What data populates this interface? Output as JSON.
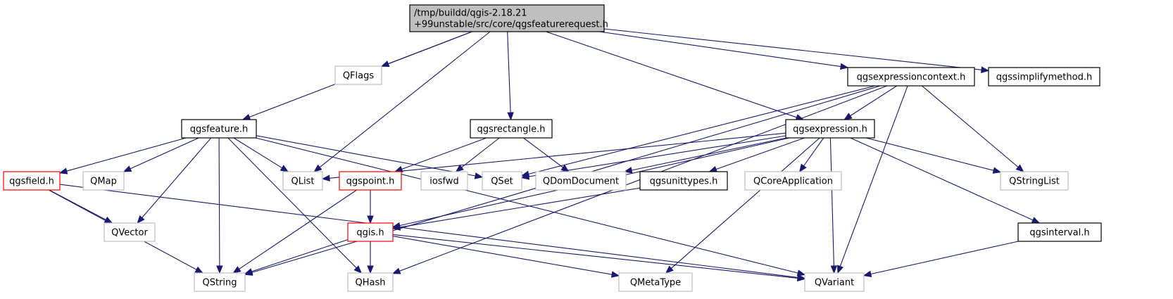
{
  "colors": {
    "edge": "#191970",
    "root_fill": "#bfbfbf",
    "border_documented": "#000000",
    "border_incomplete": "#ff0000",
    "border_external": "#bfbfbf",
    "node_fill": "#ffffff"
  },
  "nodes": [
    {
      "id": "root",
      "label_lines": [
        "/tmp/buildd/qgis-2.18.21",
        "+99unstable/src/core/qgsfeaturerequest.h"
      ],
      "kind": "root"
    },
    {
      "id": "qflags",
      "label_lines": [
        "QFlags"
      ],
      "kind": "external"
    },
    {
      "id": "qgsexpressioncontext",
      "label_lines": [
        "qgsexpressioncontext.h"
      ],
      "kind": "documented"
    },
    {
      "id": "qgssimplifymethod",
      "label_lines": [
        "qgssimplifymethod.h"
      ],
      "kind": "documented"
    },
    {
      "id": "qgsfeature",
      "label_lines": [
        "qgsfeature.h"
      ],
      "kind": "documented"
    },
    {
      "id": "qgsrectangle",
      "label_lines": [
        "qgsrectangle.h"
      ],
      "kind": "documented"
    },
    {
      "id": "qgsexpression",
      "label_lines": [
        "qgsexpression.h"
      ],
      "kind": "documented"
    },
    {
      "id": "qgsfield",
      "label_lines": [
        "qgsfield.h"
      ],
      "kind": "incomplete"
    },
    {
      "id": "qmap",
      "label_lines": [
        "QMap"
      ],
      "kind": "external"
    },
    {
      "id": "qlist",
      "label_lines": [
        "QList"
      ],
      "kind": "external"
    },
    {
      "id": "qgspoint",
      "label_lines": [
        "qgspoint.h"
      ],
      "kind": "incomplete"
    },
    {
      "id": "iosfwd",
      "label_lines": [
        "iosfwd"
      ],
      "kind": "external"
    },
    {
      "id": "qset",
      "label_lines": [
        "QSet"
      ],
      "kind": "external"
    },
    {
      "id": "qdomdocument",
      "label_lines": [
        "QDomDocument"
      ],
      "kind": "external"
    },
    {
      "id": "qgsunittypes",
      "label_lines": [
        "qgsunittypes.h"
      ],
      "kind": "documented"
    },
    {
      "id": "qcoreapplication",
      "label_lines": [
        "QCoreApplication"
      ],
      "kind": "external"
    },
    {
      "id": "qstringlist",
      "label_lines": [
        "QStringList"
      ],
      "kind": "external"
    },
    {
      "id": "qvector",
      "label_lines": [
        "QVector"
      ],
      "kind": "external"
    },
    {
      "id": "qgis",
      "label_lines": [
        "qgis.h"
      ],
      "kind": "incomplete"
    },
    {
      "id": "qgsinterval",
      "label_lines": [
        "qgsinterval.h"
      ],
      "kind": "documented"
    },
    {
      "id": "qstring",
      "label_lines": [
        "QString"
      ],
      "kind": "external"
    },
    {
      "id": "qhash",
      "label_lines": [
        "QHash"
      ],
      "kind": "external"
    },
    {
      "id": "qmetatype",
      "label_lines": [
        "QMetaType"
      ],
      "kind": "external"
    },
    {
      "id": "qvariant",
      "label_lines": [
        "QVariant"
      ],
      "kind": "external"
    }
  ],
  "edges": [
    [
      "root",
      "qflags"
    ],
    [
      "root",
      "qgsexpressioncontext"
    ],
    [
      "root",
      "qgssimplifymethod"
    ],
    [
      "root",
      "qgsfeature"
    ],
    [
      "root",
      "qgsrectangle"
    ],
    [
      "root",
      "qgsexpression"
    ],
    [
      "root",
      "qlist"
    ],
    [
      "qgsexpressioncontext",
      "qgsexpression"
    ],
    [
      "qgsexpressioncontext",
      "qset"
    ],
    [
      "qgsexpressioncontext",
      "qstringlist"
    ],
    [
      "qgsexpressioncontext",
      "qstring"
    ],
    [
      "qgsexpressioncontext",
      "qhash"
    ],
    [
      "qgsexpressioncontext",
      "qvariant"
    ],
    [
      "qgsfeature",
      "qgsfield"
    ],
    [
      "qgsfeature",
      "qmap"
    ],
    [
      "qgsfeature",
      "qlist"
    ],
    [
      "qgsfeature",
      "qset"
    ],
    [
      "qgsfeature",
      "qvector"
    ],
    [
      "qgsfeature",
      "qstring"
    ],
    [
      "qgsfeature",
      "qhash"
    ],
    [
      "qgsfeature",
      "qvariant"
    ],
    [
      "qgsrectangle",
      "qgspoint"
    ],
    [
      "qgsrectangle",
      "iosfwd"
    ],
    [
      "qgsrectangle",
      "qdomdocument"
    ],
    [
      "qgsexpression",
      "qlist"
    ],
    [
      "qgsexpression",
      "qset"
    ],
    [
      "qgsexpression",
      "qdomdocument"
    ],
    [
      "qgsexpression",
      "qgsunittypes"
    ],
    [
      "qgsexpression",
      "qcoreapplication"
    ],
    [
      "qgsexpression",
      "qstringlist"
    ],
    [
      "qgsexpression",
      "qgis"
    ],
    [
      "qgsexpression",
      "qgsinterval"
    ],
    [
      "qgsexpression",
      "qmetatype"
    ],
    [
      "qgsexpression",
      "qvariant"
    ],
    [
      "qgsfield",
      "qvector"
    ],
    [
      "qgsfield",
      "qstring"
    ],
    [
      "qgsfield",
      "qvariant"
    ],
    [
      "qgspoint",
      "qgis"
    ],
    [
      "qgspoint",
      "qstring"
    ],
    [
      "qgsunittypes",
      "qgis"
    ],
    [
      "qgis",
      "qstring"
    ],
    [
      "qgis",
      "qhash"
    ],
    [
      "qgis",
      "qmetatype"
    ],
    [
      "qgis",
      "qvariant"
    ],
    [
      "qgsinterval",
      "qvariant"
    ]
  ]
}
